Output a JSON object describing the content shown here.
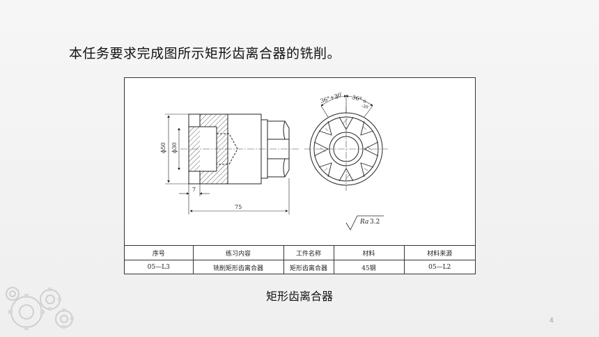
{
  "slide": {
    "headline": "本任务要求完成图所示矩形齿离合器的铣削。",
    "caption": "矩形齿离合器",
    "page_number": "4"
  },
  "drawing": {
    "dims": {
      "outer_dia": "ϕ50",
      "inner_dia": "ϕ30",
      "step_len": "7",
      "total_len": "75",
      "angle_1": "36°+30′",
      "angle_1_tol": "0",
      "angle_2": "36°",
      "angle_2_tol_upper": "0",
      "angle_2_tol_lower": "-30′",
      "roughness_symbol": "Ra",
      "roughness_value": "3.2"
    }
  },
  "title_block": {
    "headers": [
      "序号",
      "练习内容",
      "工件名称",
      "材料",
      "材料来源"
    ],
    "row": [
      "05—L3",
      "铣削矩形齿离合器",
      "矩形齿离合器",
      "45钢",
      "05—L2"
    ]
  },
  "colors": {
    "line": "#222222",
    "page_number": "#999999",
    "gear_decor": "#c8c8c8"
  }
}
